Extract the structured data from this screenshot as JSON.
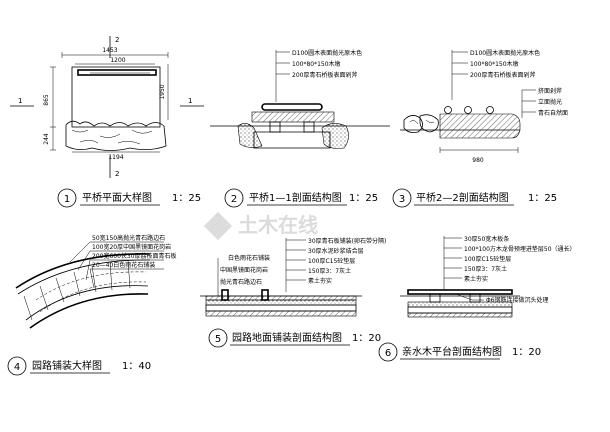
{
  "watermark": "土木在线",
  "fig1": {
    "number": "1",
    "title": "平桥平面大样图",
    "scale": "1：25",
    "dim_top": "1453",
    "dim_inner": "1200",
    "dim_bottom": "1194",
    "dim_left1": "865",
    "dim_left2": "244",
    "dim_right": "1950",
    "section_mark": "2",
    "section_mark_side": "1"
  },
  "fig2": {
    "number": "2",
    "title": "平桥1—1剖面结构图",
    "scale": "1：25",
    "notes": [
      "D100圆木表面抛光原木色",
      "100*80*150木墩",
      "200厚青石桥板表面剁斧"
    ]
  },
  "fig3": {
    "number": "3",
    "title": "平桥2—2剖面结构图",
    "scale": "1：25",
    "notes": [
      "D100圆木表面抛光原木色",
      "100*80*150木墩",
      "200厚青石桥板表面剁斧"
    ],
    "notes2": [
      "挤面剁斧",
      "立面抛光",
      "青石自然面"
    ],
    "dim": "980"
  },
  "fig4": {
    "number": "4",
    "title": "园路铺装大样图",
    "scale": "1：40",
    "notes": [
      "50宽150高抛光青石路边石",
      "100宽20厚中国黑镜面花岗岩",
      "200宽600长30厚荔枝面青石板",
      "20—40白色雨花石铺装"
    ]
  },
  "fig5": {
    "number": "5",
    "title": "园路地面铺装剖面结构图",
    "scale": "1：20",
    "notes_left": [
      "白色雨花石铺装",
      "中国黑镜面花岗岩",
      "抛光青石路边石"
    ],
    "notes_right": [
      "30厚青石板铺装(卵石带分隔)",
      "30厚水泥砂浆结合层",
      "100厚C15砼垫层",
      "150厚3：7灰土",
      "素土夯实"
    ]
  },
  "fig6": {
    "number": "6",
    "title": "亲水木平台剖面结构图",
    "scale": "1：20",
    "notes": [
      "30厚50宽木板条",
      "100*100方木龙骨预埋进垫层50（通长）",
      "100厚C15砼垫层",
      "150厚3：7灰土",
      "素土夯实"
    ],
    "rebar": "Φ6钢筋连接做沉头处理"
  }
}
